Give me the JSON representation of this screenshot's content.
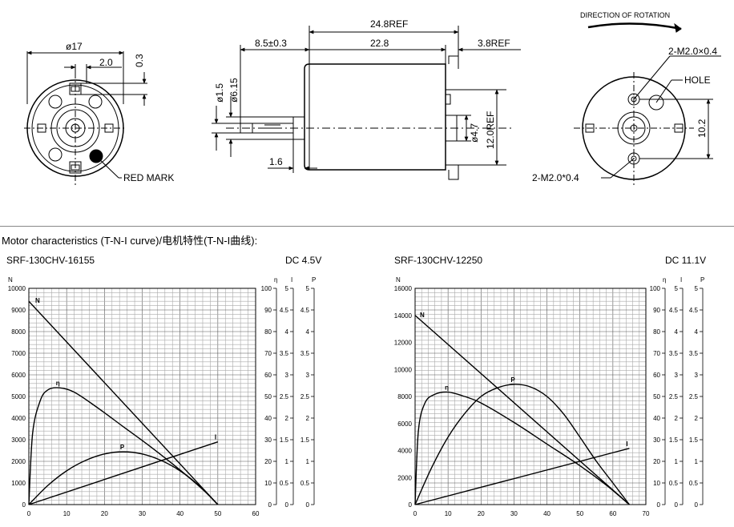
{
  "drawing": {
    "front": {
      "dia": "ø17",
      "offset": "2.0",
      "depth": "0.3",
      "red_mark": "RED MARK"
    },
    "side": {
      "overall": "24.8REF",
      "shaft_len": "8.5±0.3",
      "body_len": "22.8",
      "boss": "3.8REF",
      "shaft_dia": "ø1.5",
      "boss_dia": "ø6.15",
      "flat": "1.6",
      "boss2_dia": "ø4.7",
      "height": "12.0REF"
    },
    "rear": {
      "rotation": "DIRECTION OF ROTATION",
      "holes_top": "2-M2.0×0.4",
      "hole": "HOLE",
      "spacing": "10.2",
      "holes_bottom": "2-M2.0*0.4"
    }
  },
  "heading": "Motor characteristics (T-N-I curve)/电机特性(T-N-I曲线):",
  "charts": [
    {
      "model": "SRF-130CHV-16155",
      "voltage": "DC 4.5V"
    },
    {
      "model": "SRF-130CHV-12250",
      "voltage": "DC 11.1V"
    }
  ],
  "chart_data": [
    {
      "type": "line",
      "title": "SRF-130CHV-16155",
      "x_ticks": [
        0,
        10,
        20,
        30,
        40,
        50,
        60
      ],
      "xlim": [
        0,
        60
      ],
      "y_axes": {
        "N": {
          "ticks": [
            0,
            1000,
            2000,
            3000,
            4000,
            5000,
            6000,
            7000,
            8000,
            9000,
            10000
          ],
          "lim": [
            0,
            10000
          ]
        },
        "η": {
          "ticks": [
            0,
            10,
            20,
            30,
            40,
            50,
            60,
            70,
            80,
            90,
            100
          ],
          "lim": [
            0,
            100
          ]
        },
        "I": {
          "ticks": [
            0,
            0.5,
            1,
            1.5,
            2,
            2.5,
            3,
            3.5,
            4,
            4.5,
            5
          ],
          "lim": [
            0,
            5
          ]
        },
        "P": {
          "ticks": [
            0,
            0.5,
            1,
            1.5,
            2,
            2.5,
            3,
            3.5,
            4,
            4.5,
            5
          ],
          "lim": [
            0,
            5
          ]
        }
      },
      "grid": true,
      "series": [
        {
          "name": "N",
          "axis": "N",
          "x": [
            0,
            50
          ],
          "y": [
            9400,
            0
          ]
        },
        {
          "name": "η",
          "axis": "η",
          "x": [
            0,
            1,
            3,
            5,
            8,
            12,
            18,
            25,
            32,
            40,
            46,
            50
          ],
          "y": [
            0,
            33,
            48,
            53,
            54,
            52,
            45,
            36,
            27,
            16,
            7,
            0
          ]
        },
        {
          "name": "P",
          "axis": "P",
          "x": [
            0,
            5,
            10,
            15,
            20,
            25,
            30,
            35,
            40,
            45,
            50
          ],
          "y": [
            0,
            0.44,
            0.78,
            1.02,
            1.17,
            1.22,
            1.17,
            1.02,
            0.78,
            0.44,
            0
          ]
        },
        {
          "name": "I",
          "axis": "I",
          "x": [
            0,
            50
          ],
          "y": [
            0,
            1.45
          ]
        }
      ]
    },
    {
      "type": "line",
      "title": "SRF-130CHV-12250",
      "x_ticks": [
        0,
        10,
        20,
        30,
        40,
        50,
        60,
        70
      ],
      "xlim": [
        0,
        70
      ],
      "y_axes": {
        "N": {
          "ticks": [
            0,
            2000,
            4000,
            6000,
            8000,
            10000,
            12000,
            14000,
            16000
          ],
          "lim": [
            0,
            16000
          ]
        },
        "η": {
          "ticks": [
            0,
            10,
            20,
            30,
            40,
            50,
            60,
            70,
            80,
            90,
            100
          ],
          "lim": [
            0,
            100
          ]
        },
        "I": {
          "ticks": [
            0,
            0.5,
            1,
            1.5,
            2,
            2.5,
            3,
            3.5,
            4,
            4.5,
            5
          ],
          "lim": [
            0,
            5
          ]
        },
        "P": {
          "ticks": [
            0,
            0.5,
            1,
            1.5,
            2,
            2.5,
            3,
            3.5,
            4,
            4.5,
            5
          ],
          "lim": [
            0,
            5
          ]
        }
      },
      "grid": true,
      "series": [
        {
          "name": "N",
          "axis": "N",
          "x": [
            0,
            65
          ],
          "y": [
            14000,
            0
          ]
        },
        {
          "name": "η",
          "axis": "η",
          "x": [
            0,
            1,
            3,
            6,
            10,
            15,
            20,
            30,
            40,
            50,
            58,
            65
          ],
          "y": [
            0,
            34,
            47,
            51,
            52,
            50,
            47,
            38,
            28,
            18,
            9,
            0
          ]
        },
        {
          "name": "P",
          "axis": "P",
          "x": [
            0,
            5,
            10,
            15,
            20,
            25,
            30,
            35,
            40,
            45,
            50,
            55,
            60,
            65
          ],
          "y": [
            0,
            0.85,
            1.56,
            2.1,
            2.5,
            2.7,
            2.78,
            2.72,
            2.5,
            2.1,
            1.56,
            1.0,
            0.5,
            0
          ]
        },
        {
          "name": "I",
          "axis": "I",
          "x": [
            0,
            65
          ],
          "y": [
            0,
            1.3
          ]
        }
      ]
    }
  ]
}
